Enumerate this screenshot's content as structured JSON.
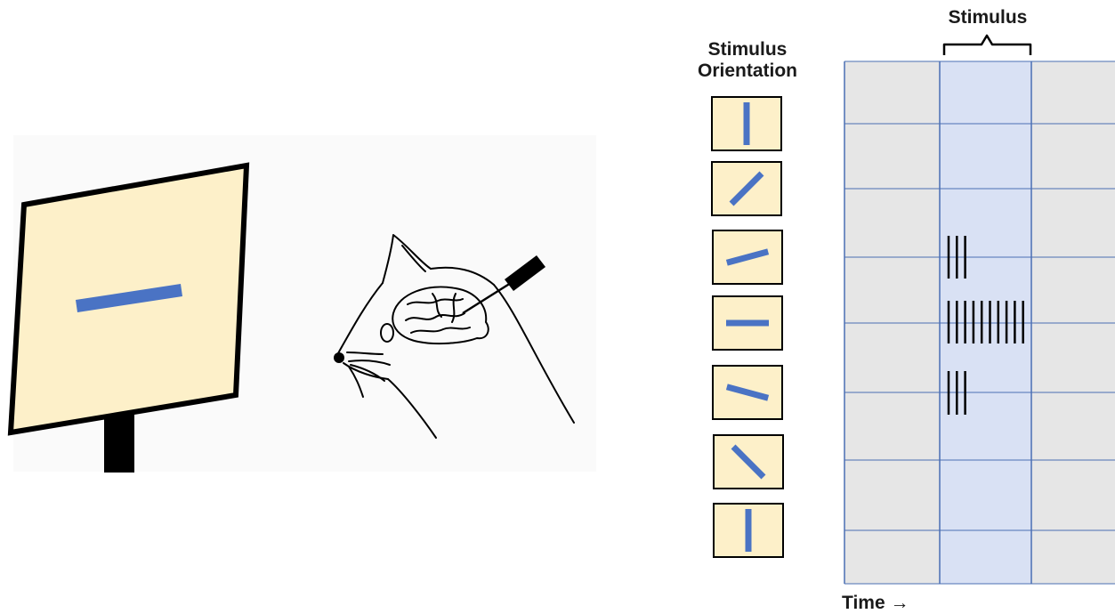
{
  "labels": {
    "orientation_line1": "Stimulus",
    "orientation_line2": "Orientation",
    "stimulus": "Stimulus",
    "time": "Time →"
  },
  "colors": {
    "screen_fill": "#fdf0c9",
    "bar": "#4a73c4",
    "outline": "#000000",
    "raster_bg": "#e6e6e6",
    "stimulus_band": "#d9e1f4",
    "grid_line": "#4a6fb3"
  },
  "orientations_deg": [
    90,
    45,
    15,
    0,
    -15,
    -45,
    90
  ],
  "spike_counts": [
    0,
    0,
    0,
    3,
    10,
    3,
    0,
    0
  ],
  "raster_rows": 8
}
